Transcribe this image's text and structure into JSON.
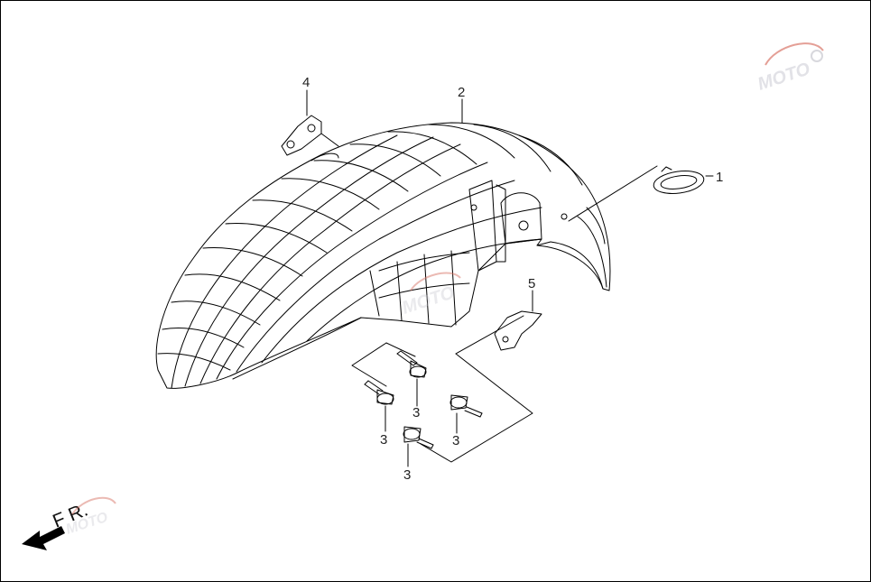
{
  "diagram": {
    "callouts": [
      {
        "id": "part-1",
        "label": "1"
      },
      {
        "id": "part-2",
        "label": "2"
      },
      {
        "id": "part-3a",
        "label": "3"
      },
      {
        "id": "part-3b",
        "label": "3"
      },
      {
        "id": "part-3c",
        "label": "3"
      },
      {
        "id": "part-3d",
        "label": "3"
      },
      {
        "id": "part-4",
        "label": "4"
      },
      {
        "id": "part-5",
        "label": "5"
      }
    ],
    "direction_marker": {
      "label": "F R."
    },
    "watermark": {
      "text": "MOTO",
      "icon": "gear-icon"
    },
    "colors": {
      "line": "#000000",
      "watermark": "#c8c8d0",
      "watermark_accent": "#d9776a"
    }
  }
}
